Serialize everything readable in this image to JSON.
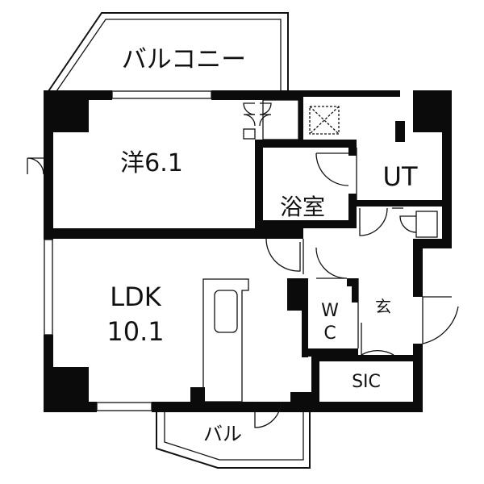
{
  "floorplan": {
    "labels": {
      "balcony_top": "バルコニー",
      "western_room": "洋6.1",
      "bathroom": "浴室",
      "utility": "UT",
      "ldk_line1": "LDK",
      "ldk_line2": "10.1",
      "wc_line1": "W",
      "wc_line2": "C",
      "entrance": "玄",
      "sic": "SIC",
      "balcony_bottom": "バル"
    },
    "colors": {
      "wall": "#0b0b0b",
      "background": "#ffffff"
    }
  }
}
